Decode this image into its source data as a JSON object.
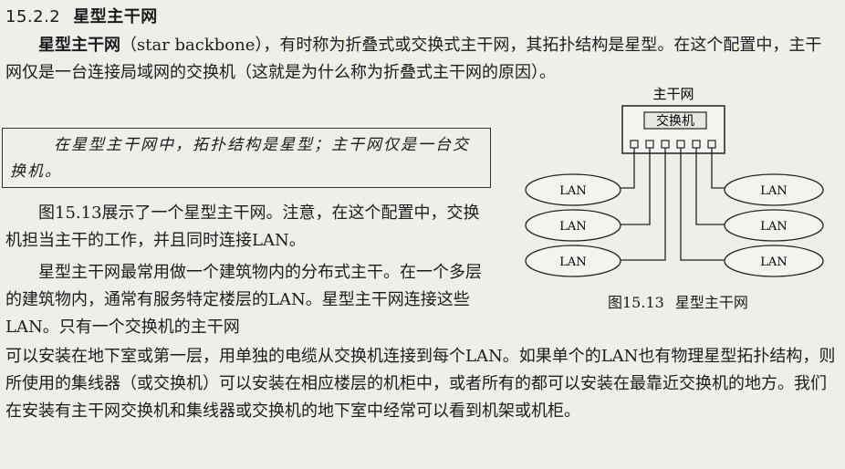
{
  "section": {
    "number": "15.2.2",
    "title": "星型主干网"
  },
  "para1": {
    "term": "星型主干网",
    "text": "（star backbone），有时称为折叠式或交换式主干网，其拓扑结构是星型。在这个配置中，主干网仅是一台连接局域网的交换机（这就是为什么称为折叠式主干网的原因）。"
  },
  "callout": "在星型主干网中，拓扑结构是星型；主干网仅是一台交换机。",
  "para2": "图15.13展示了一个星型主干网。注意，在这个配置中，交换机担当主干的工作，并且同时连接LAN。",
  "para3": "星型主干网最常用做一个建筑物内的分布式主干。在一个多层的建筑物内，通常有服务特定楼层的LAN。星型主干网连接这些LAN。只有一个交换机的主干网",
  "para4": "可以安装在地下室或第一层，用单独的电缆从交换机连接到每个LAN。如果单个的LAN也有物理星型拓扑结构，则所使用的集线器（或交换机）可以安装在相应楼层的机柜中，或者所有的都可以安装在最靠近交换机的地方。我们在安装有主干网交换机和集线器或交换机的地下室中经常可以看到机架或机柜。",
  "figure": {
    "backbone_label": "主干网",
    "switch_label": "交换机",
    "lan_labels": [
      "LAN",
      "LAN",
      "LAN",
      "LAN",
      "LAN",
      "LAN"
    ],
    "caption_number": "图15.13",
    "caption_title": "星型主干网"
  }
}
